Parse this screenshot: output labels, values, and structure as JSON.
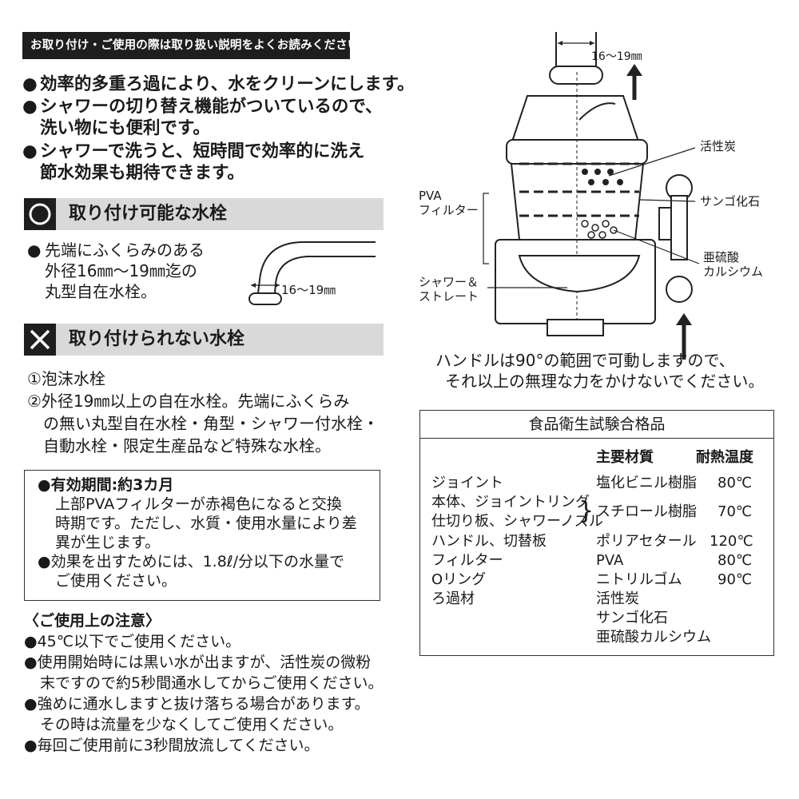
{
  "header": {
    "notice": "お取り付け・ご使用の際は取り扱い説明をよくお読みください。"
  },
  "features": [
    {
      "bullet": "●",
      "lines": [
        "効率的多重ろ過により、水をクリーンにします。"
      ]
    },
    {
      "bullet": "●",
      "lines": [
        "シャワーの切り替え機能がついているので、",
        "洗い物にも便利です。"
      ]
    },
    {
      "bullet": "●",
      "lines": [
        "シャワーで洗うと、短時間で効率的に洗え",
        "節水効果も期待できます。"
      ]
    }
  ],
  "compatible": {
    "icon": "○",
    "title": "取り付け可能な水栓",
    "bullet": "●",
    "lines": [
      "先端にふくらみのある",
      "外径16㎜～19㎜迄の",
      "丸型自在水栓。"
    ],
    "dimension": "16～19㎜"
  },
  "incompatible": {
    "icon": "✕",
    "title": "取り付けられない水栓",
    "lines": [
      "①泡沫水栓",
      "②外径19㎜以上の自在水栓。先端にふくらみ",
      "の無い丸型自在水栓・角型・シャワー付水栓・",
      "自動水栓・限定生産品など特殊な水栓。"
    ]
  },
  "validity": {
    "lines": [
      "●有効期間:約3カ月",
      "上部PVAフィルターが赤褐色になると交換",
      "時期です。ただし、水質・使用水量により差",
      "異が生じます。",
      "●効果を出すためには、1.8ℓ/分以下の水量で",
      "ご使用ください。"
    ]
  },
  "cautions": {
    "title": "〈ご使用上の注意〉",
    "items": [
      [
        "●45℃以下でご使用ください。"
      ],
      [
        "●使用開始時には黒い水が出ますが、活性炭の微粉",
        "末ですので約5秒間通水してからご使用ください。"
      ],
      [
        "●強めに通水しますと抜け落ちる場合があります。",
        "その時は流量を少なくしてご使用ください。"
      ],
      [
        "●毎回ご使用前に3秒間放流してください。"
      ]
    ]
  },
  "diagram": {
    "dimension": "16～19㎜",
    "labels": {
      "carbon": "活性炭",
      "pva_1": "PVA",
      "pva_2": "フィルター",
      "coral": "サンゴ化石",
      "sulfite_1": "亜硫酸",
      "sulfite_2": "カルシウム",
      "shower_1": "シャワー＆",
      "shower_2": "ストレート"
    },
    "handle_note": [
      "ハンドルは90°の範囲で可動しますので、",
      "それ以上の無理な力をかけないでください。"
    ]
  },
  "food_test": {
    "title": "食品衛生試験合格品",
    "col_material": "主要材質",
    "col_heat": "耐熱温度",
    "parts": [
      "ジョイント",
      "本体、ジョイントリング",
      "仕切り板、シャワーノズル",
      "ハンドル、切替板",
      "フィルター",
      "Oリング",
      "ろ過材"
    ],
    "materials": [
      {
        "name": "塩化ビニル樹脂",
        "temp": "80℃"
      },
      {
        "name": "スチロール樹脂",
        "temp": "70℃"
      },
      {
        "name": "ポリアセタール",
        "temp": "120℃"
      },
      {
        "name": "PVA",
        "temp": "80℃"
      },
      {
        "name": "ニトリルゴム",
        "temp": "90℃"
      },
      {
        "name": "活性炭",
        "temp": ""
      },
      {
        "name": "サンゴ化石",
        "temp": ""
      },
      {
        "name": "亜硫酸カルシウム",
        "temp": ""
      }
    ],
    "brace": "}"
  }
}
